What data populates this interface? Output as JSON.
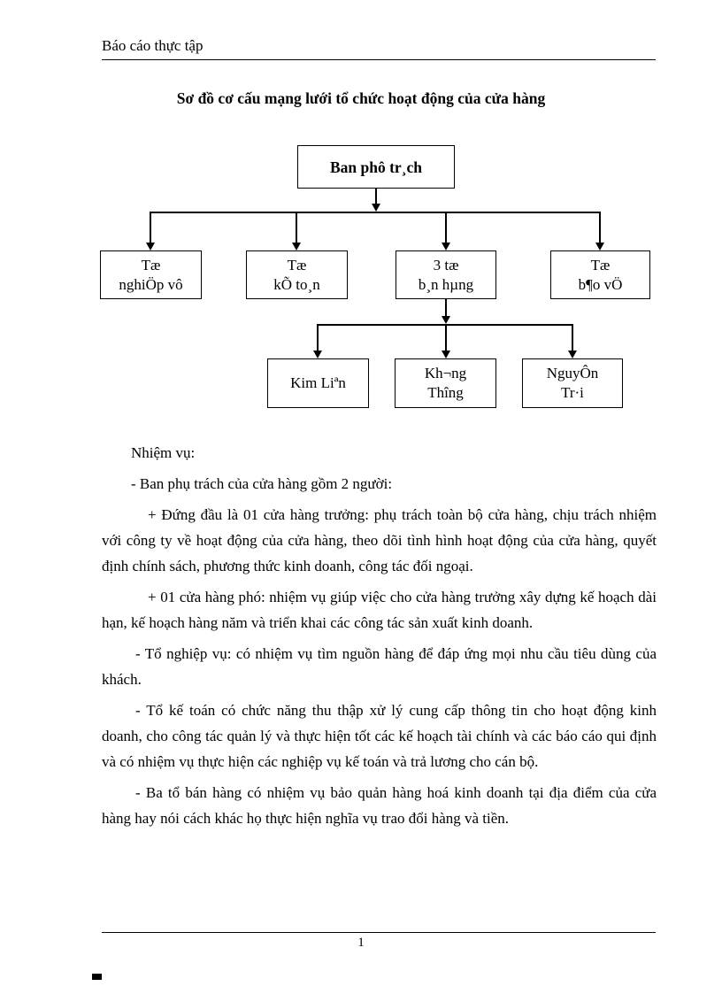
{
  "document": {
    "header": "Báo cáo thực tập",
    "title": "Sơ đồ cơ cấu mạng lưới tổ chức hoạt động của cửa hàng",
    "page_number": "1"
  },
  "chart": {
    "root_label": "Ban phô tr¸ch",
    "level2_boxes": [
      {
        "line1": "Tæ",
        "line2": "nghiÖp vô"
      },
      {
        "line1": "Tæ",
        "line2": "kÕ to¸n"
      },
      {
        "line1": "3 tæ",
        "line2": "b¸n hµng"
      },
      {
        "line1": "Tæ",
        "line2": "b¶o vÖ"
      }
    ],
    "level3_boxes": [
      {
        "line1": "Kim Liªn",
        "line2": ""
      },
      {
        "line1": "Kh¬ng",
        "line2": "Thîng"
      },
      {
        "line1": "NguyÔn",
        "line2": "Tr·i"
      }
    ]
  },
  "body": {
    "paragraphs": [
      "Nhiệm vụ:",
      "- Ban phụ trách của cửa hàng gồm 2 người:",
      "+ Đứng đầu là 01 cửa hàng trưởng: phụ trách toàn bộ cửa hàng, chịu trách nhiệm với công ty về hoạt động của cửa hàng, theo dõi tình hình hoạt động của cửa hàng, quyết định chính sách, phương thức kinh doanh, công tác đối ngoại.",
      "+ 01 cửa hàng phó: nhiệm vụ giúp việc cho cửa hàng trưởng xây dựng kế hoạch dài hạn, kế hoạch hàng năm và triển khai các công tác sản xuất kinh doanh.",
      "- Tổ nghiệp vụ: có nhiệm vụ tìm nguồn hàng để đáp ứng mọi nhu cầu tiêu dùng của khách.",
      "- Tổ kế toán có chức năng thu thập xử lý cung cấp thông tin cho hoạt động kinh doanh, cho công tác quản lý và thực hiện tốt các kế hoạch tài chính và các báo cáo qui định và có nhiệm vụ thực hiện các nghiệp vụ kế toán và trả lương cho cán bộ.",
      "- Ba tổ bán hàng có nhiệm vụ bảo quản hàng hoá kinh doanh tại địa điểm của cửa hàng hay nói cách khác họ thực hiện nghĩa vụ trao đổi hàng và tiền."
    ]
  }
}
